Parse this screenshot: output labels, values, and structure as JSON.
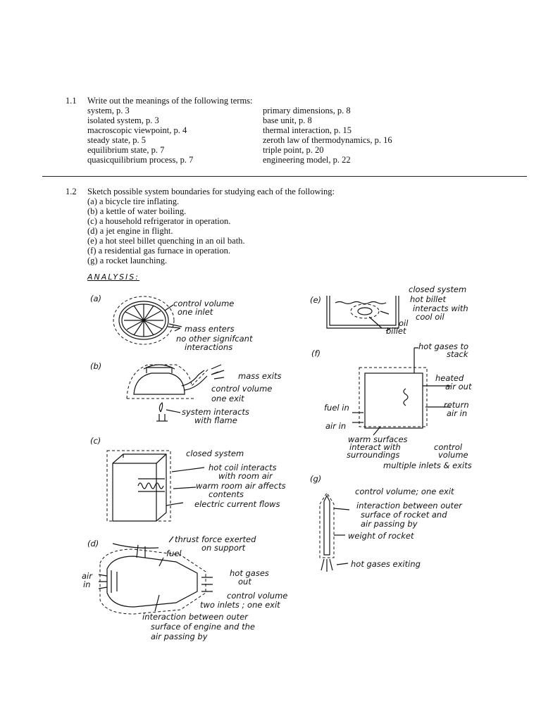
{
  "problem_1_1": {
    "number": "1.1",
    "prompt": "Write out the meanings of the following terms:",
    "terms_left": [
      "system, p. 3",
      "isolated system, p. 3",
      "macroscopic viewpoint, p. 4",
      "steady state, p. 5",
      "equilibrium state, p. 7",
      "quasicquilibrium process, p. 7"
    ],
    "terms_right": [
      "primary dimensions, p. 8",
      "base unit, p. 8",
      "thermal interaction, p. 15",
      "zeroth law of thermodynamics, p. 16",
      "triple point, p. 20",
      "engineering model, p. 22"
    ]
  },
  "problem_1_2": {
    "number": "1.2",
    "prompt": "Sketch possible system boundaries for studying each of the following:",
    "items": [
      "(a) a bicycle tire inflating.",
      "(b) a kettle of water boiling.",
      "(c) a household refrigerator in operation.",
      "(d) a jet engine in flight.",
      "(e) a hot steel billet quenching in an oil bath.",
      "(f) a residential gas furnace in operation.",
      "(g) a rocket launching."
    ]
  },
  "analysis": {
    "heading": "ANALYSIS:",
    "a": {
      "label": "(a)",
      "notes": [
        "control volume",
        "one inlet",
        "mass enters",
        "no other signifcant",
        "interactions"
      ]
    },
    "b": {
      "label": "(b)",
      "notes": [
        "mass exits",
        "control volume",
        "one exit",
        "system interacts",
        "with flame"
      ]
    },
    "c": {
      "label": "(c)",
      "notes": [
        "closed system",
        "hot coil interacts",
        "with room air",
        "warm room air affects",
        "contents",
        "electric current flows"
      ]
    },
    "d": {
      "label": "(d)",
      "notes": [
        "thrust force exerted",
        "on support",
        "fuel",
        "air",
        "in",
        "hot gases",
        "out",
        "control volume",
        "two inlets ; one exit",
        "interaction between outer",
        "surface of engine and the",
        "air passing by"
      ]
    },
    "e": {
      "label": "(e)",
      "notes": [
        "closed system",
        "hot billet",
        "interacts with",
        "cool oil",
        "oil",
        "billet"
      ]
    },
    "f": {
      "label": "(f)",
      "notes": [
        "hot gases to",
        "stack",
        "heated",
        "air out",
        "return",
        "air in",
        "fuel in",
        "air in",
        "warm surfaces",
        "interact with",
        "surroundings",
        "control",
        "volume",
        "multiple inlets & exits"
      ]
    },
    "g": {
      "label": "(g)",
      "notes": [
        "control volume; one exit",
        "interaction between outer",
        "surface of rocket and",
        "air passing by",
        "weight of rocket",
        "hot gases exiting"
      ]
    }
  }
}
